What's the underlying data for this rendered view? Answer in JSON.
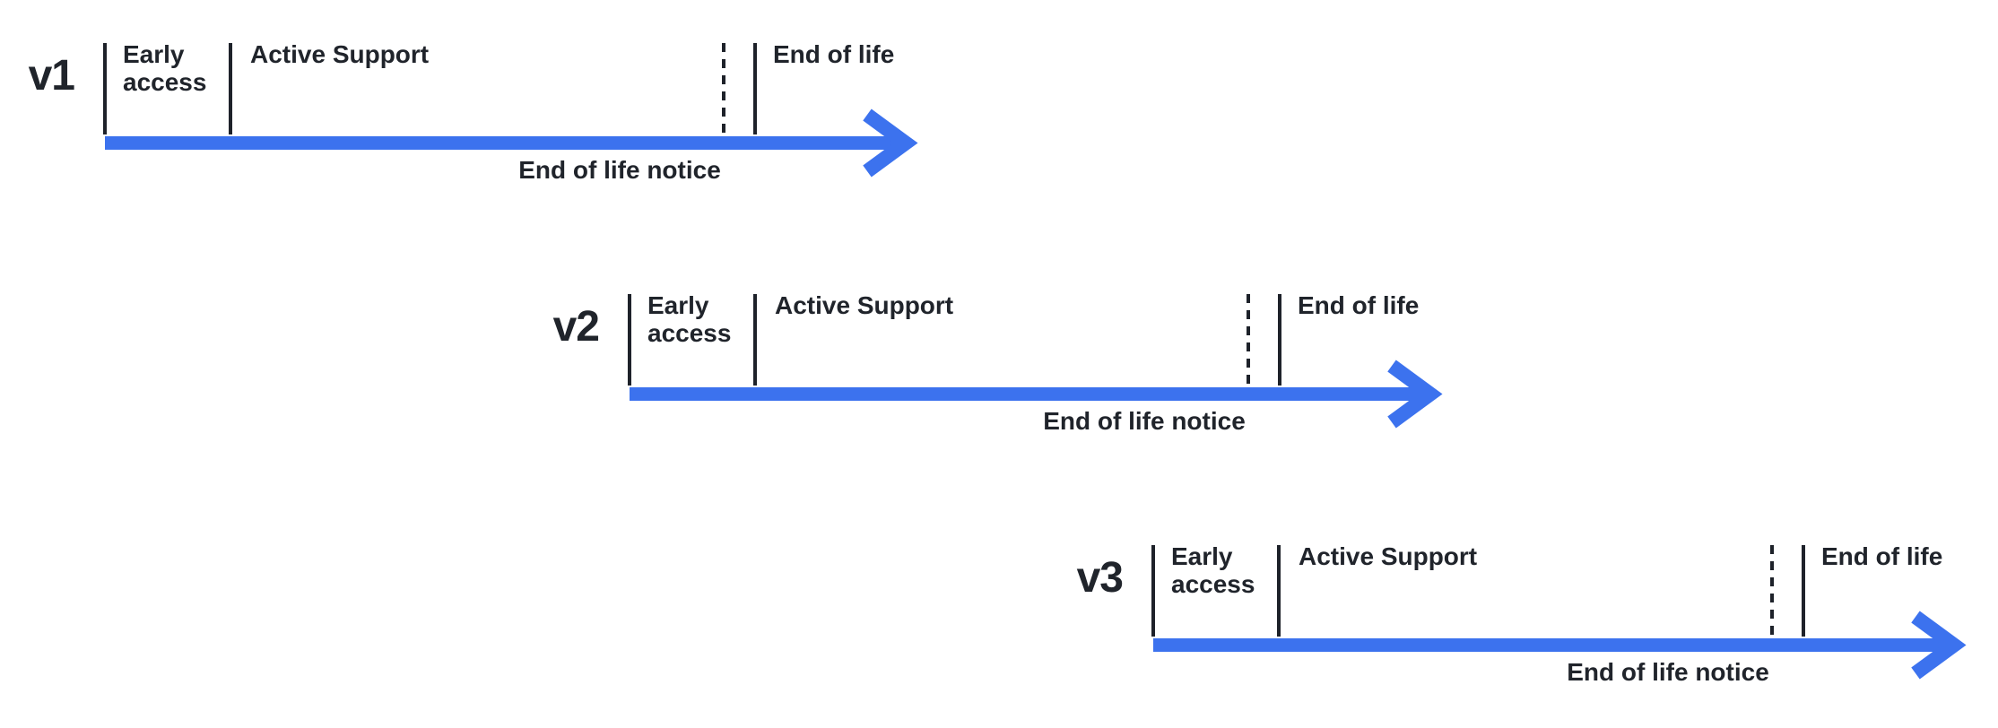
{
  "diagram": {
    "description": "Staggered release lifecycle timelines for three product versions",
    "colors": {
      "arrow_blue": "#3c72ee",
      "text_dark": "#20242b",
      "tick_dark": "#1e222a",
      "background": "#ffffff"
    },
    "timelines": [
      {
        "version": "v1",
        "phases": {
          "early_access": "Early access",
          "active_support": "Active Support",
          "end_of_life": "End of life",
          "end_of_life_notice": "End of life notice"
        }
      },
      {
        "version": "v2",
        "phases": {
          "early_access": "Early access",
          "active_support": "Active Support",
          "end_of_life": "End of life",
          "end_of_life_notice": "End of life notice"
        }
      },
      {
        "version": "v3",
        "phases": {
          "early_access": "Early access",
          "active_support": "Active Support",
          "end_of_life": "End of life",
          "end_of_life_notice": "End of life notice"
        }
      }
    ]
  }
}
